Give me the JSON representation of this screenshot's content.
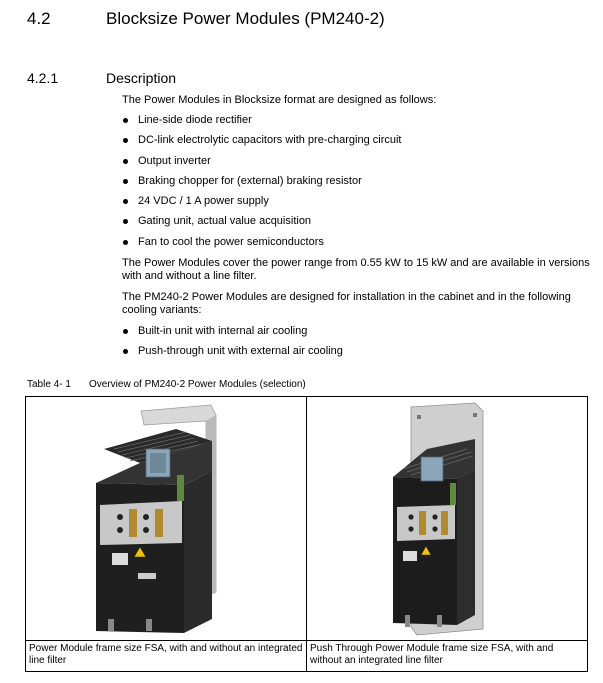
{
  "heading": {
    "number": "4.2",
    "title": "Blocksize Power Modules (PM240-2)"
  },
  "subheading": {
    "number": "4.2.1",
    "title": "Description"
  },
  "intro": "The Power Modules in Blocksize format are designed as follows:",
  "features": [
    "Line-side diode rectifier",
    "DC-link electrolytic capacitors with pre-charging circuit",
    "Output inverter",
    "Braking chopper for (external) braking resistor",
    "24 VDC / 1 A power supply",
    "Gating unit, actual value acquisition",
    "Fan to cool the power semiconductors"
  ],
  "range_text": "The Power Modules cover the power range from 0.55 kW to 15 kW and are available in versions with and without a line filter.",
  "install_text": "The PM240-2 Power Modules are designed for installation in the cabinet and in the following cooling variants:",
  "cooling": [
    "Built-in unit with internal air cooling",
    "Push-through unit with external air cooling"
  ],
  "table": {
    "caption_number": "Table 4- 1",
    "caption_title": "Overview of PM240-2 Power Modules (selection)",
    "cells": [
      {
        "caption": "Power Module frame size FSA, with and without an integrated line filter"
      },
      {
        "caption": "Push Through Power Module frame size FSA, with and without an integrated line filter"
      }
    ]
  },
  "colors": {
    "module_body": "#1c1c1c",
    "module_panel": "#c8c8c8",
    "mounting_plate": "#cfcfcf"
  }
}
